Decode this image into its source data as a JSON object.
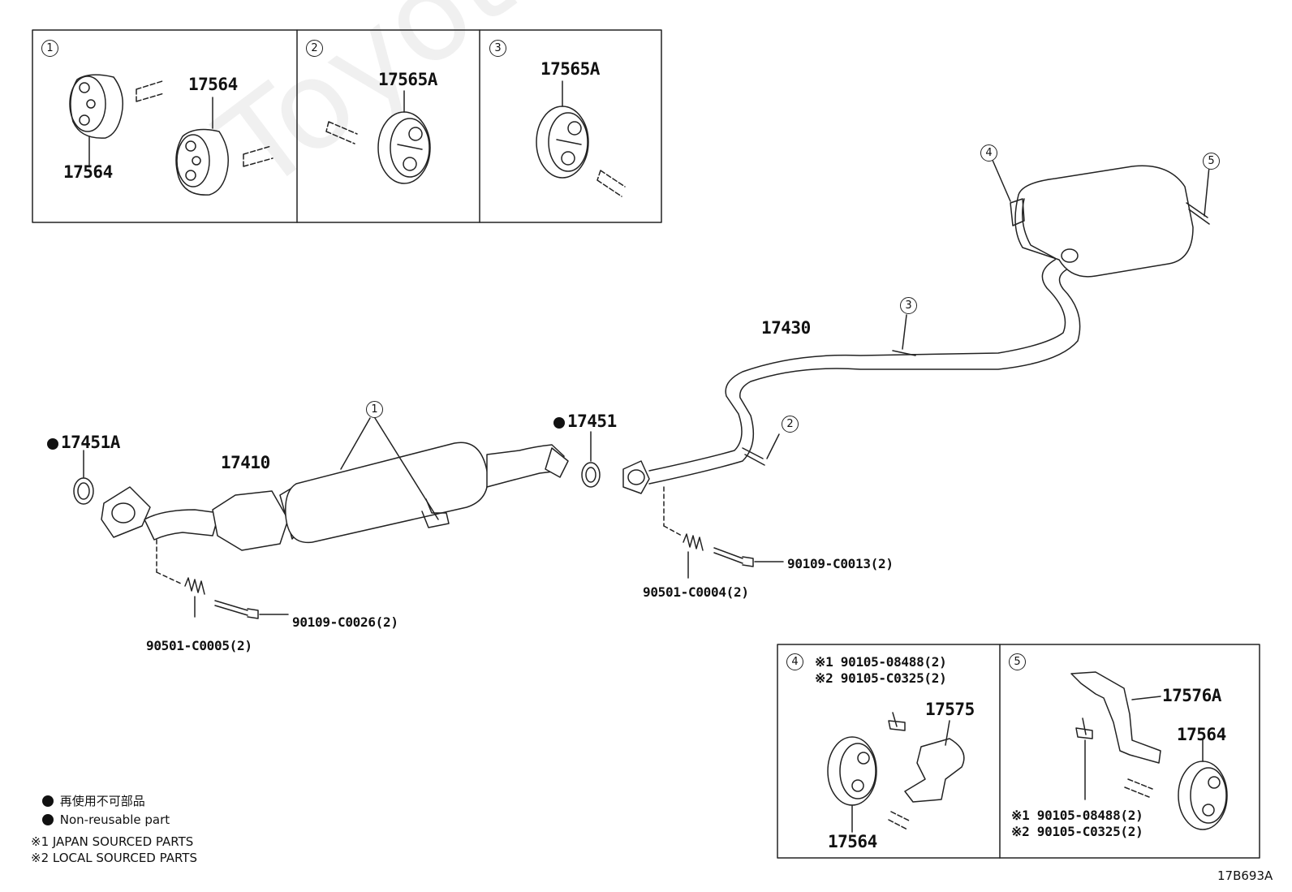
{
  "watermark": "ToyotaCarMine.ru",
  "insets": {
    "inset1": {
      "num": "1",
      "label_a": "17564",
      "label_b": "17564"
    },
    "inset2": {
      "num": "2",
      "label": "17565A"
    },
    "inset3": {
      "num": "3",
      "label": "17565A"
    },
    "inset4": {
      "num": "4",
      "note1": "※1 90105-08488(2)",
      "note2": "※2 90105-C0325(2)",
      "part_a": "17575",
      "part_b": "17564"
    },
    "inset5": {
      "num": "5",
      "part_a": "17576A",
      "part_b": "17564",
      "note1": "※1 90105-08488(2)",
      "note2": "※2 90105-C0325(2)"
    }
  },
  "parts": {
    "gasket_front": "17451A",
    "converter": "17410",
    "gasket_mid": "17451",
    "tail_pipe": "17430",
    "spring_front": "90501-C0005(2)",
    "bolt_front": "90109-C0026(2)",
    "spring_rear": "90501-C0004(2)",
    "bolt_rear": "90109-C0013(2)"
  },
  "callouts": {
    "c1": "1",
    "c2": "2",
    "c3": "3",
    "c4": "4",
    "c5": "5"
  },
  "legend": {
    "line1": "再使用不可部品",
    "line2": "Non-reusable part",
    "line3": "※1  JAPAN SOURCED PARTS",
    "line4": "※2  LOCAL SOURCED PARTS"
  },
  "figure_code": "17B693A"
}
